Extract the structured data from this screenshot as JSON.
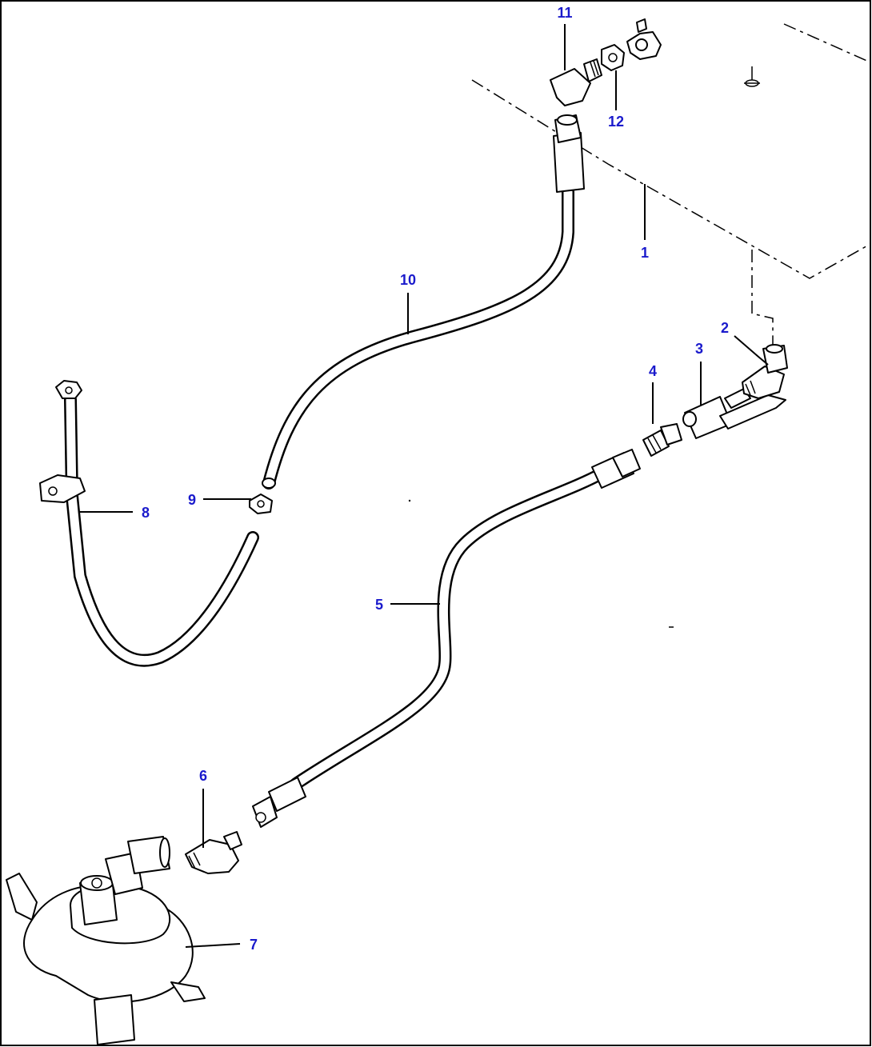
{
  "callouts": [
    {
      "id": "1",
      "text": "1"
    },
    {
      "id": "2",
      "text": "2"
    },
    {
      "id": "3",
      "text": "3"
    },
    {
      "id": "4",
      "text": "4"
    },
    {
      "id": "5",
      "text": "5"
    },
    {
      "id": "6",
      "text": "6"
    },
    {
      "id": "7",
      "text": "7"
    },
    {
      "id": "8",
      "text": "8"
    },
    {
      "id": "9",
      "text": "9"
    },
    {
      "id": "10",
      "text": "10"
    },
    {
      "id": "11",
      "text": "11"
    },
    {
      "id": "12",
      "text": "12"
    }
  ],
  "colors": {
    "callout_text": "#1a1acc",
    "line_art": "#000000",
    "background": "#ffffff"
  }
}
